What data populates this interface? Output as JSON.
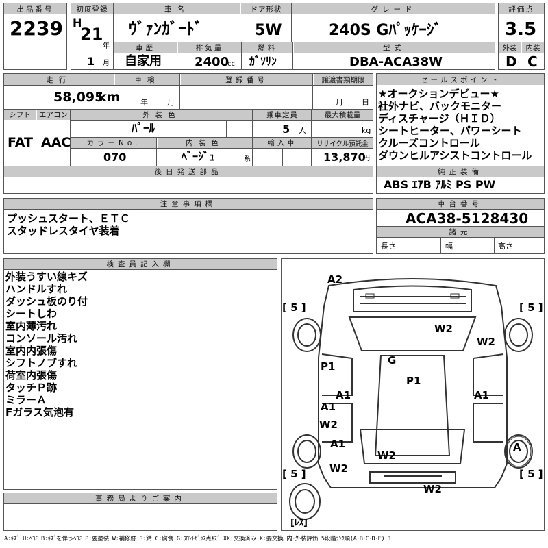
{
  "header": {
    "lot_no_label": "出品番号",
    "lot_no": "2239",
    "first_reg_label": "初度登録",
    "era": "H",
    "year": "21",
    "year_unit": "年",
    "month": "1",
    "month_unit": "月",
    "car_name_label": "車名",
    "car_name": "ｳﾞｧﾝｶﾞｰﾄﾞ",
    "door_label": "ドア形状",
    "door": "5W",
    "grade_label": "グレード",
    "grade": "240S Gﾊﾟｯｹｰｼﾞ",
    "score_label": "評価点",
    "score": "3.5",
    "history_label": "車歴",
    "history": "自家用",
    "displacement_label": "排気量",
    "displacement": "2400",
    "displacement_unit": "cc",
    "fuel_label": "燃料",
    "fuel": "ｶﾞｿﾘﾝ",
    "model_label": "型式",
    "model": "DBA-ACA38W",
    "ext_grade_label": "外装",
    "ext_grade": "D",
    "int_grade_label": "内装",
    "int_grade": "C"
  },
  "row2": {
    "mileage_label": "走行",
    "mileage": "58,095",
    "mileage_unit": "km",
    "inspection_label": "車検",
    "inspection_year_unit": "年",
    "inspection_month_unit": "月",
    "reg_no_label": "登録番号",
    "transfer_label": "譲渡書類期限",
    "transfer_month_unit": "月",
    "transfer_day_unit": "日",
    "shift_label": "シフト",
    "shift": "FAT",
    "ac_label": "エアコン",
    "ac": "AAC",
    "ext_color_label": "外装色",
    "ext_color": "ﾊﾟｰﾙ",
    "capacity_label": "乗車定員",
    "capacity": "5",
    "capacity_unit": "人",
    "max_load_label": "最大積載量",
    "max_load_unit": "kg",
    "color_no_label": "カラーNo.",
    "color_no": "070",
    "int_color_label": "内装色",
    "int_color": "ﾍﾞｰｼﾞｭ",
    "int_color_unit": "系",
    "import_label": "輸入車",
    "recycle_label": "リサイクル預託金",
    "recycle": "13,870",
    "recycle_unit": "円",
    "later_parts_label": "後日発送部品"
  },
  "sales": {
    "label": "セールスポイント",
    "lines": [
      "★オークションデビュー★",
      "社外ナビ、バックモニター",
      "ディスチャージ（ＨＩＤ）",
      "シートヒーター、パワーシート",
      "クルーズコントロール",
      "ダウンヒルアシストコントロール"
    ]
  },
  "equipment": {
    "label": "純正装備",
    "items": "ABS ｴｱB ｱﾙﾐ PS PW"
  },
  "notes": {
    "label": "注意事項欄",
    "lines": [
      "プッシュスタート、ＥＴＣ",
      "スタッドレスタイヤ装着"
    ]
  },
  "chassis": {
    "label": "車台番号",
    "value": "ACA38-5128430",
    "spec_label": "諸元",
    "length_label": "長さ",
    "width_label": "幅",
    "height_label": "高さ"
  },
  "inspector": {
    "label": "検査員記入欄",
    "lines": [
      "外装うすい線キズ",
      "ハンドルすれ",
      "ダッシュ板のり付",
      "シートしわ",
      "室内薄汚れ",
      "コンソール汚れ",
      "室内内張傷",
      "シフトノブすれ",
      "荷室内張傷",
      "タッチＰ跡",
      "ミラーＡ",
      "Fガラス気泡有"
    ]
  },
  "diagram": {
    "tire_fl": "[ 5 ]",
    "tire_fr": "[ 5 ]",
    "tire_rl": "[ 5 ]",
    "tire_rr": "[ 5 ]",
    "spare": "[ﾚｽ]",
    "marks": {
      "a2": "A2",
      "w2_hood": "W2",
      "w2_front_right": "W2",
      "g": "G",
      "p1_left": "P1",
      "p1_center": "P1",
      "a1_left_upper": "A1",
      "a1_right": "A1",
      "a1_left_mid": "A1",
      "w2_left_mid": "W2",
      "a1_left_low": "A1",
      "w2_rear_center": "W2",
      "w2_left_low": "W2",
      "a_right_wheel": "A",
      "w2_bottom": "W2"
    }
  },
  "office": {
    "label": "事務局よりご案内"
  },
  "legend": "A:ｷｽﾞ U:ﾍｺﾐ B:ｷｽﾞを伴うﾍｺﾐ P:要塗装 W:補修跡 S:錆 C:腐食 G:ﾌﾛﾝﾄｶﾞﾗｽ点ｷｽﾞ XX:交換済み X:要交換 内･外装評価 5段階ﾗﾝｸ順(A･B･C･D･E) 1"
}
